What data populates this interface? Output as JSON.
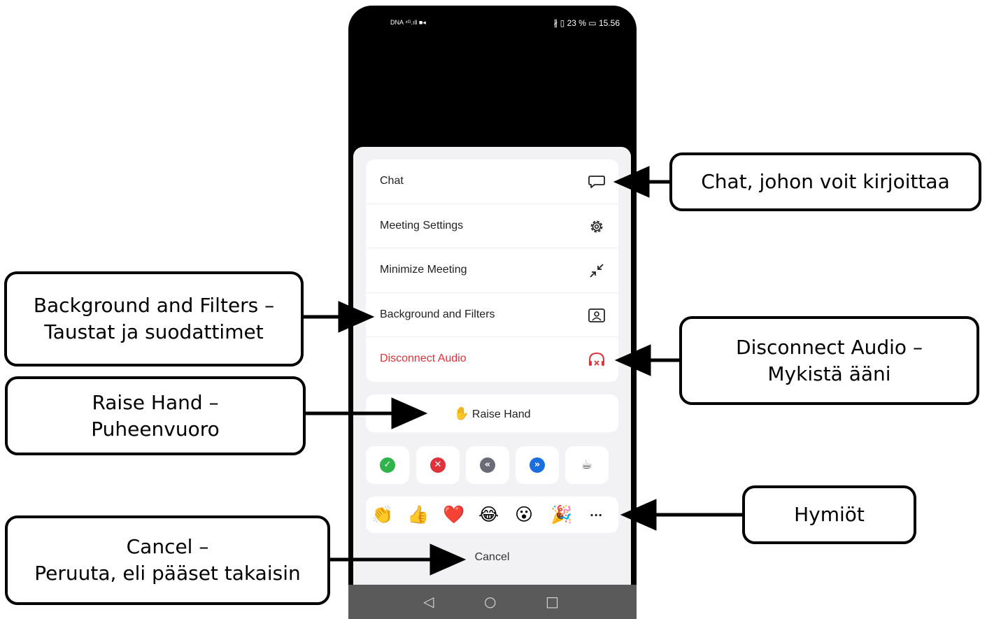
{
  "status_bar": {
    "left": "DNA ⁴ᴳ.ıll ■◂",
    "right": "∦ ▯ 23 % ▭ 15.56"
  },
  "menu": [
    {
      "label": "Chat",
      "icon": "chat-bubble-icon"
    },
    {
      "label": "Meeting Settings",
      "icon": "gear-icon"
    },
    {
      "label": "Minimize Meeting",
      "icon": "minimize-arrows-icon"
    },
    {
      "label": "Background and Filters",
      "icon": "portrait-frame-icon"
    },
    {
      "label": "Disconnect Audio",
      "icon": "headphones-off-icon",
      "color": "#e0323a"
    }
  ],
  "raise_hand": {
    "emoji": "✋",
    "label": "Raise Hand"
  },
  "feedback_icons": [
    {
      "name": "yes-icon",
      "glyph": "✓",
      "color": "#2fb34a"
    },
    {
      "name": "no-icon",
      "glyph": "✕",
      "color": "#e0323a"
    },
    {
      "name": "slower-icon",
      "glyph": "«",
      "color": "#6b6b78"
    },
    {
      "name": "faster-icon",
      "glyph": "»",
      "color": "#1a6fe0"
    },
    {
      "name": "coffee-icon",
      "glyph": "☕",
      "color": "#ffffff"
    }
  ],
  "emoji_reactions": [
    "👏",
    "👍",
    "❤️",
    "😂",
    "😮",
    "🎉",
    "···"
  ],
  "cancel_label": "Cancel",
  "nav": {
    "back": "◁",
    "home": "○",
    "recent": "□"
  },
  "callouts": {
    "chat": [
      "Chat, johon voit kirjoittaa"
    ],
    "background": [
      "Background and Filters  –",
      "Taustat ja suodattimet"
    ],
    "disconnect": [
      "Disconnect Audio –",
      "Mykistä ääni"
    ],
    "raise": [
      "Raise Hand –",
      "Puheenvuoro"
    ],
    "emojis": [
      "Hymiöt"
    ],
    "cancel": [
      "Cancel –",
      "Peruuta, eli pääset takaisin"
    ]
  }
}
